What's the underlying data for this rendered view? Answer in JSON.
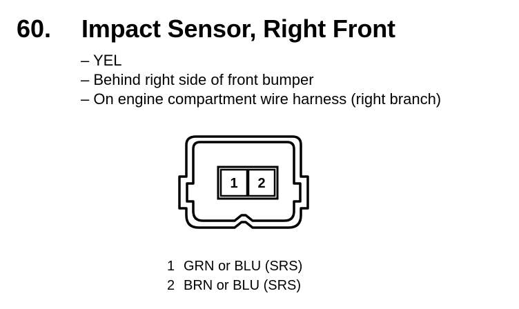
{
  "component": {
    "number": "60.",
    "title": "Impact Sensor, Right Front"
  },
  "details": [
    "– YEL",
    "– Behind right side of front bumper",
    "– On engine compartment wire harness (right branch)"
  ],
  "connector": {
    "terminals": [
      "1",
      "2"
    ]
  },
  "pins": [
    {
      "number": "1",
      "wire": "GRN or BLU (SRS)"
    },
    {
      "number": "2",
      "wire": "BRN or BLU (SRS)"
    }
  ]
}
